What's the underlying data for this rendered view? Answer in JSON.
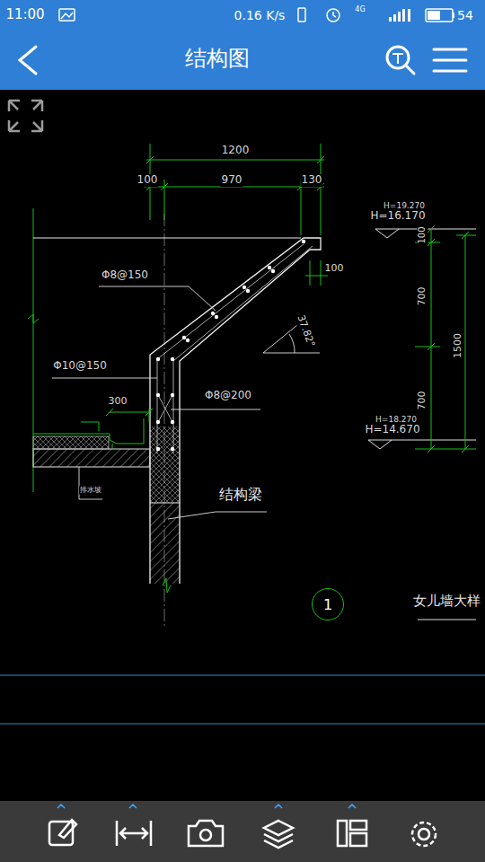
{
  "diagram": {
    "title": "结构图",
    "nodes": [
      {
        "text": [
          "1"
        ]
      }
    ],
    "labels": [
      "11:00",
      "0.16 K/s",
      "4G",
      "54",
      "1200",
      "100",
      "970",
      "130",
      "Φ8@150",
      "100",
      "37.82°",
      "Φ10@150",
      "300",
      "Φ8@200",
      "排水坡",
      "结构梁",
      "H=19.270",
      "H=16.170",
      "100",
      "700",
      "1500",
      "700",
      "H=18.270",
      "H=14.670",
      "女儿墙大样"
    ]
  }
}
